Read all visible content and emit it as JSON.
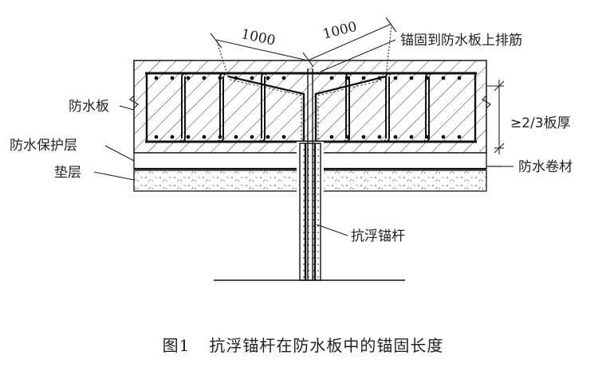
{
  "labels": {
    "waterproof_slab": "防水板",
    "protective_layer": "防水保护层",
    "cushion": "垫层",
    "anchor_rebar": "锚固到防水板上排筋",
    "depth": "≥2/3板厚",
    "membrane": "防水卷材",
    "anchor_rod": "抗浮锚杆"
  },
  "dimensions": {
    "left": "1000",
    "right": "1000"
  },
  "caption": {
    "number": "图1",
    "text": "抗浮锚杆在防水板中的锚固长度"
  }
}
